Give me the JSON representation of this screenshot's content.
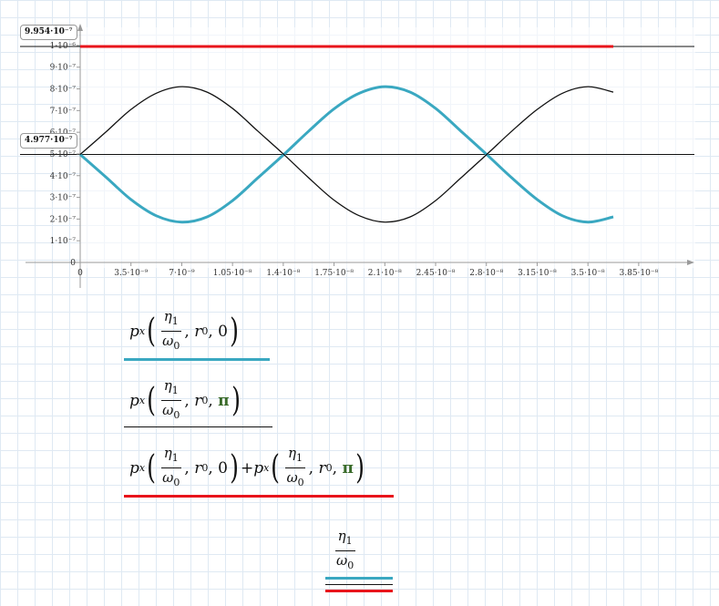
{
  "chart_data": {
    "type": "line",
    "xlim": [
      0,
      3.7e-08
    ],
    "ylim": [
      0,
      1.05e-06
    ],
    "x_ticks": [
      {
        "value": 0,
        "label": "0"
      },
      {
        "value": 3.5e-09,
        "label": "3.5·10⁻⁹"
      },
      {
        "value": 7e-09,
        "label": "7·10⁻⁹"
      },
      {
        "value": 1.05e-08,
        "label": "1.05·10⁻⁸"
      },
      {
        "value": 1.4e-08,
        "label": "1.4·10⁻⁸"
      },
      {
        "value": 1.75e-08,
        "label": "1.75·10⁻⁸"
      },
      {
        "value": 2.1e-08,
        "label": "2.1·10⁻⁸"
      },
      {
        "value": 2.45e-08,
        "label": "2.45·10⁻⁸"
      },
      {
        "value": 2.8e-08,
        "label": "2.8·10⁻⁸"
      },
      {
        "value": 3.15e-08,
        "label": "3.15·10⁻⁸"
      },
      {
        "value": 3.5e-08,
        "label": "3.5·10⁻⁸"
      },
      {
        "value": 3.85e-08,
        "label": "3.85·10⁻⁸"
      }
    ],
    "y_ticks": [
      {
        "value": 0,
        "label": "0"
      },
      {
        "value": 1e-07,
        "label": "1·10⁻⁷"
      },
      {
        "value": 2e-07,
        "label": "2·10⁻⁷"
      },
      {
        "value": 3e-07,
        "label": "3·10⁻⁷"
      },
      {
        "value": 4e-07,
        "label": "4·10⁻⁷"
      },
      {
        "value": 5e-07,
        "label": "5·10⁻⁷"
      },
      {
        "value": 6e-07,
        "label": "6·10⁻⁷"
      },
      {
        "value": 7e-07,
        "label": "7·10⁻⁷"
      },
      {
        "value": 8e-07,
        "label": "8·10⁻⁷"
      },
      {
        "value": 9e-07,
        "label": "9·10⁻⁷"
      },
      {
        "value": 1e-06,
        "label": "1·10⁻⁶"
      }
    ],
    "markers": [
      {
        "value": 9.954e-07,
        "label": "9.954·10⁻⁷"
      },
      {
        "value": 4.977e-07,
        "label": "4.977·10⁻⁷"
      }
    ],
    "series": [
      {
        "color": "#3aa8c1",
        "x": [
          0,
          1.75e-09,
          3.5e-09,
          5.25e-09,
          7e-09,
          8.75e-09,
          1.05e-08,
          1.225e-08,
          1.4e-08,
          1.575e-08,
          1.75e-08,
          1.925e-08,
          2.1e-08,
          2.275e-08,
          2.45e-08,
          2.625e-08,
          2.8e-08,
          2.975e-08,
          3.15e-08,
          3.325e-08,
          3.5e-08,
          3.675e-08
        ],
        "y": [
          4.977e-07,
          3.95e-07,
          2.9e-07,
          2.15e-07,
          1.86e-07,
          2.1e-07,
          2.85e-07,
          3.9e-07,
          4.95e-07,
          6.05e-07,
          7.08e-07,
          7.8e-07,
          8.1e-07,
          7.85e-07,
          7.1e-07,
          6.05e-07,
          4.99e-07,
          3.9e-07,
          2.9e-07,
          2.15e-07,
          1.86e-07,
          2.1e-07
        ]
      },
      {
        "color": "#111111",
        "x": [
          0,
          1.75e-09,
          3.5e-09,
          5.25e-09,
          7e-09,
          8.75e-09,
          1.05e-08,
          1.225e-08,
          1.4e-08,
          1.575e-08,
          1.75e-08,
          1.925e-08,
          2.1e-08,
          2.275e-08,
          2.45e-08,
          2.625e-08,
          2.8e-08,
          2.975e-08,
          3.15e-08,
          3.325e-08,
          3.5e-08,
          3.675e-08
        ],
        "y": [
          4.977e-07,
          6e-07,
          7.05e-07,
          7.8e-07,
          8.1e-07,
          7.85e-07,
          7.1e-07,
          6.05e-07,
          5e-07,
          3.9e-07,
          2.87e-07,
          2.15e-07,
          1.86e-07,
          2.1e-07,
          2.85e-07,
          3.9e-07,
          4.96e-07,
          6.05e-07,
          7.05e-07,
          7.8e-07,
          8.1e-07,
          7.85e-07
        ]
      },
      {
        "color": "#e8141b",
        "x": [
          0,
          3.675e-08
        ],
        "y": [
          9.954e-07,
          9.954e-07
        ]
      }
    ]
  },
  "expressions": {
    "e1": {
      "func": "p",
      "sub": "x",
      "num": "η",
      "num_sub": "1",
      "den": "ω",
      "den_sub": "0",
      "r": "r",
      "r_sub": "0",
      "last": "0",
      "color": "#3aa8c1"
    },
    "e2": {
      "func": "p",
      "sub": "x",
      "num": "η",
      "num_sub": "1",
      "den": "ω",
      "den_sub": "0",
      "r": "r",
      "r_sub": "0",
      "last": "π",
      "color": "#111111"
    },
    "e3": {
      "func": "p",
      "sub": "x",
      "num": "η",
      "num_sub": "1",
      "den": "ω",
      "den_sub": "0",
      "r": "r",
      "r_sub": "0",
      "last": "0",
      "plus": "+",
      "last2": "π",
      "color": "#e8141b"
    },
    "x_expr": {
      "num": "η",
      "num_sub": "1",
      "den": "ω",
      "den_sub": "0"
    }
  }
}
